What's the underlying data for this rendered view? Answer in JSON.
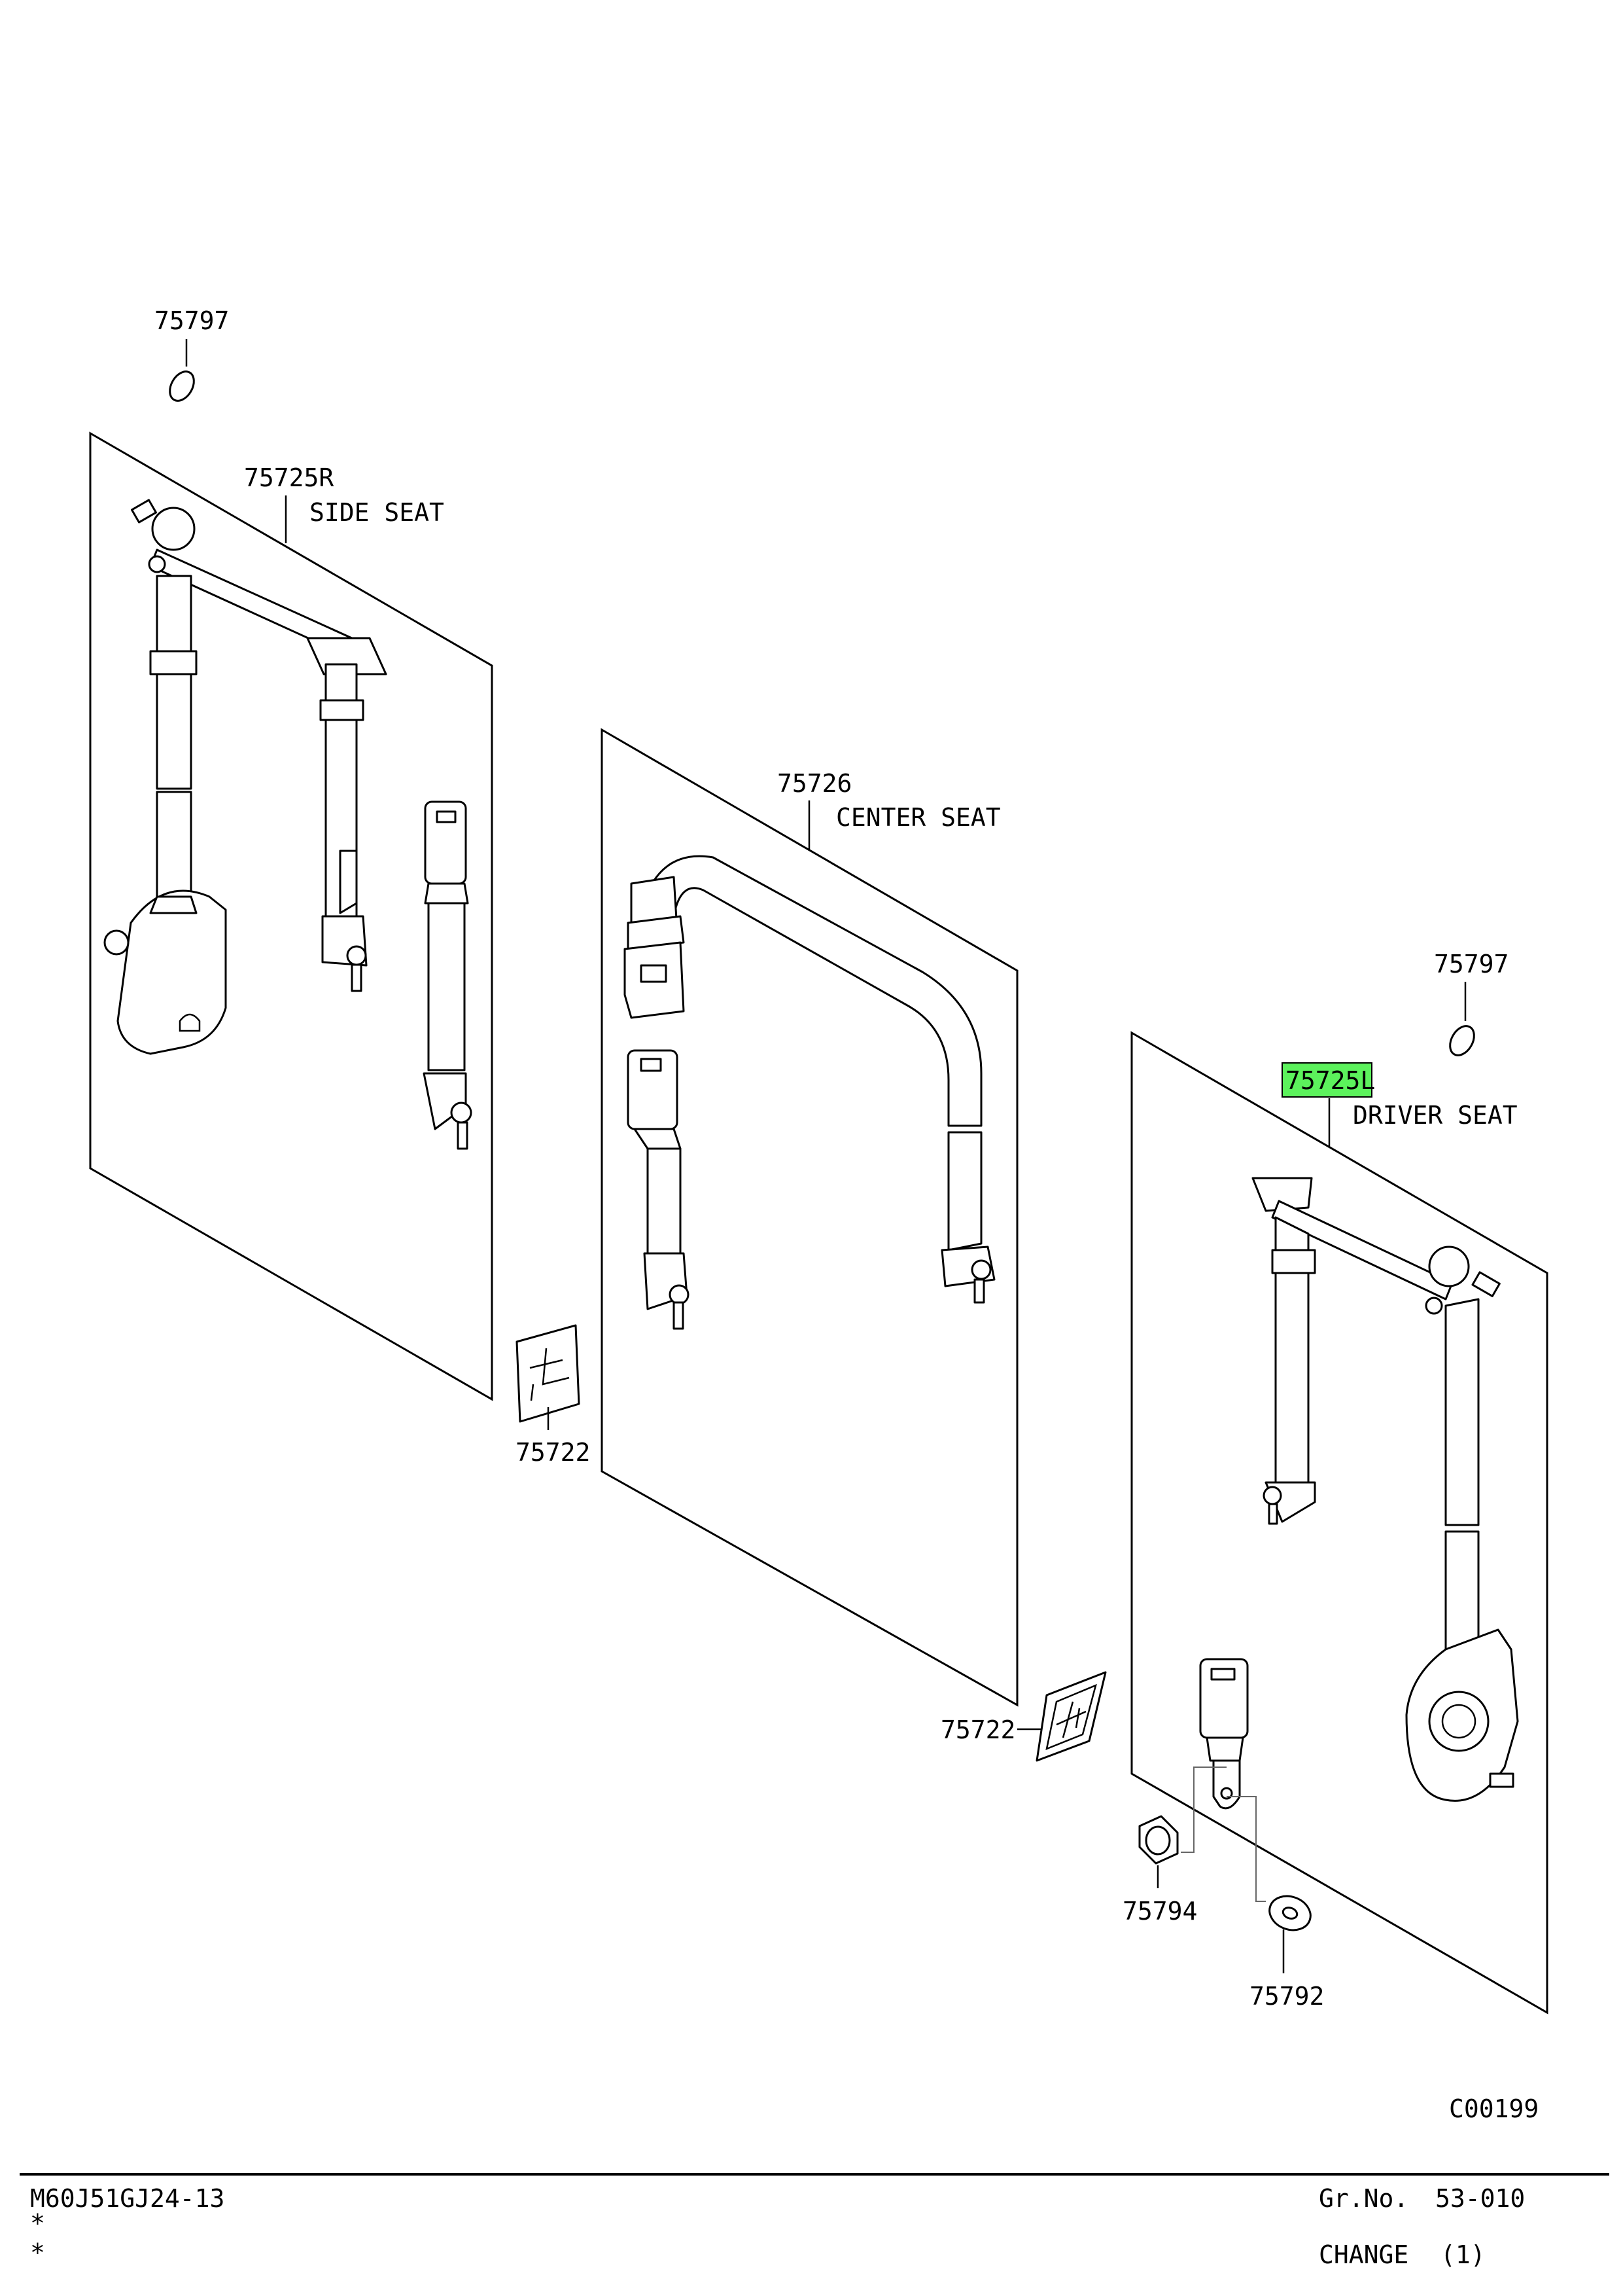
{
  "callouts": {
    "p75797_top": "75797",
    "p75725R": "75725R",
    "side_seat": "SIDE SEAT",
    "p75726": "75726",
    "center_seat": "CENTER SEAT",
    "p75797_right": "75797",
    "p75725L": "75725L",
    "driver_seat": "DRIVER SEAT",
    "p75722_left": "75722",
    "p75722_center": "75722",
    "p75794": "75794",
    "p75792": "75792",
    "illustration_code": "C00199"
  },
  "footer": {
    "model": "M60J51GJ24-13",
    "note_1": "*",
    "note_2": "*",
    "group_label": "Gr.No.",
    "group_number": "53-010",
    "change_label": "CHANGE",
    "change_value": "(1)"
  },
  "colors": {
    "highlight": "#5cf25c",
    "line": "#000000"
  }
}
